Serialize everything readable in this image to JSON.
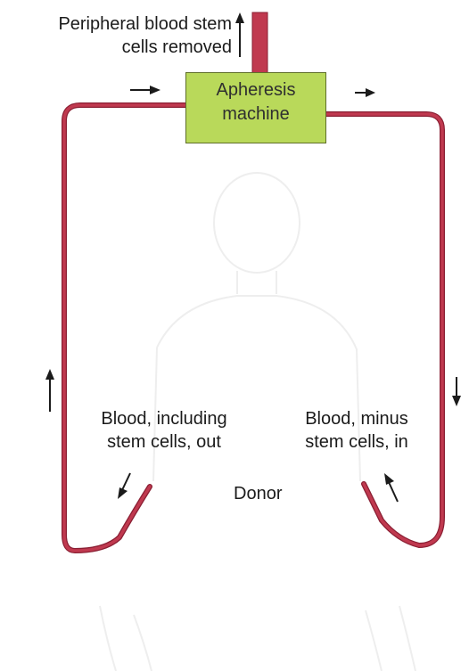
{
  "labels": {
    "removed_line1": "Peripheral blood stem",
    "removed_line2": "cells removed",
    "machine_line1": "Apheresis",
    "machine_line2": "machine",
    "out_line1": "Blood, including",
    "out_line2": "stem cells, out",
    "in_line1": "Blood, minus",
    "in_line2": "stem cells, in",
    "donor": "Donor"
  },
  "colors": {
    "tube": "#c0394f",
    "tube_outline": "#8a1f33",
    "machine_fill": "#b9d95a",
    "machine_border": "#5f6f2a",
    "text": "#1b1b1b",
    "figure_ghost": "#eeeeee"
  },
  "icons": {
    "flow_arrow": "arrow-icon"
  }
}
